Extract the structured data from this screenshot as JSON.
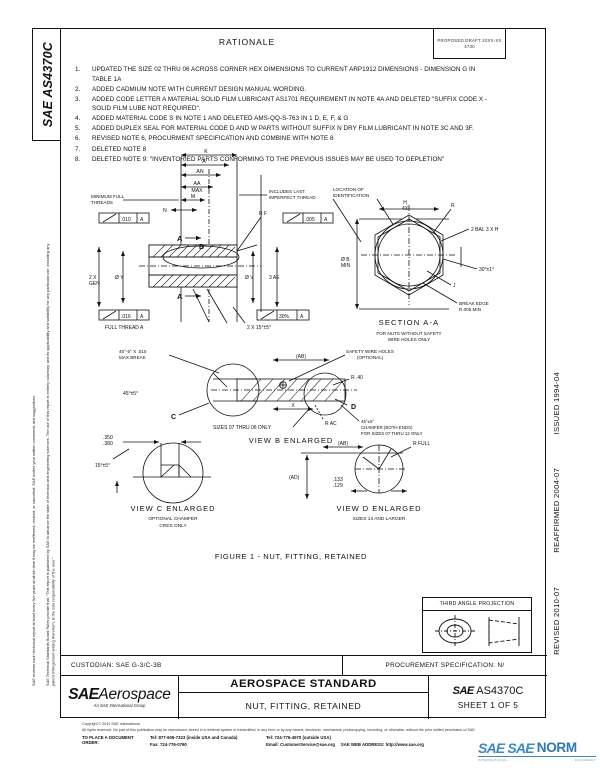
{
  "document": {
    "tab_label_prefix": "SAE",
    "tab_label": " AS4370C",
    "standard_number": "AS4370C",
    "sheet": "SHEET 1 OF 5"
  },
  "rationale": {
    "heading": "RATIONALE",
    "stamp_line1": "PROPOSED DRAFT 20XX-XX",
    "stamp_line2": "4730",
    "items": [
      {
        "num": "1.",
        "text": "UPDATED THE SIZE 02 THRU 06 ACROSS CORNER HEX DIMENSIONS TO CURRENT ARP1912 DIMENSIONS - DIMENSION G IN TABLE 1A"
      },
      {
        "num": "2.",
        "text": "ADDED CADMIUM NOTE WITH CURRENT DESIGN MANUAL WORDING."
      },
      {
        "num": "3.",
        "text": "ADDED CODE LETTER A MATERIAL SOLID FILM LUBRICANT AS1701 REQUIREMENT IN NOTE 4A AND DELETED \"SUFFIX CODE X - SOLID FILM LUBE NOT REQUIRED\"."
      },
      {
        "num": "4.",
        "text": "ADDED MATERIAL CODE S IN NOTE 1 AND DELETED AMS-QQ-S-763 IN 1 D, E, F, & G"
      },
      {
        "num": "5.",
        "text": "ADDED DUPLEX SEAL FOR MATERIAL CODE D AND W PARTS WITHOUT SUFFIX N DRY FILM LUBRICANT IN NOTE 3C AND 3F."
      },
      {
        "num": "6.",
        "text": "REVISED NOTE 6, PROCURMENT SPECIFICATION AND COMBINE WITH NOTE 8"
      },
      {
        "num": "7.",
        "text": "DELETED NOTE 8"
      },
      {
        "num": "8.",
        "text": "DELETED NOTE 9: \"INVENTORIED PARTS CONFORMING TO THE PREVIOUS ISSUES MAY BE USED TO DEPLETION\""
      }
    ]
  },
  "revision_dates": [
    "ISSUED 1994-04",
    "REAFFIRMED 2004-07",
    "REVISED 2010-07"
  ],
  "drawing": {
    "figure_caption": "FIGURE 1 - NUT, FITTING, RETAINED",
    "views": [
      {
        "title": "VIEW B ENLARGED",
        "sub": ""
      },
      {
        "title": "VIEW C ENLARGED",
        "sub": "OPTIONAL CHAMFER CRES ONLY"
      },
      {
        "title": "VIEW D ENLARGED",
        "sub": "SIZES 14 AND LARGER"
      },
      {
        "title": "SECTION A-A",
        "sub": "FOR NUTS WITHOUT SAFETY WIRE HOLES ONLY"
      }
    ],
    "annotations": {
      "includes_thread": "INCLUDES LAST IMPERFECT THREAD",
      "identification": "LOCATION OF IDENTIFICATION",
      "full_threads": "MINIMUM FULL THREADS",
      "full_thread_ref": "FULL THREAD  A",
      "chamfer_1": "45°±5°",
      "chamfer_2": "2 X 15°±5°",
      "break_note": "45°-5° X .010 MAX BREAK",
      "safety_wire": "SAFETY WIRE HOLES (OPTIONAL)",
      "sizes_note": "SIZES 07 THRU 06 ONLY",
      "chamfer_sizes": "45°±5° CHAMFER (BOTH ENDS) FOR SIZES 07 THRU 12 ONLY",
      "break_edge": "BREAK EDGE R.005 MIN",
      "angle_30": "30°±1°",
      "dia_b_min": "Ø B MIN",
      "dia_y": "Ø Y",
      "dia_v": "Ø V",
      "two_gen": "2 X GEN",
      "three_ae": "3 AE",
      "r_ref": "R F",
      "r_full": "R FULL",
      "r_40": "R .40",
      "dim_k": "K",
      "dim_a": "A",
      "dim_an": "AN",
      "dim_aa": "AA MAX",
      "dim_m": "M",
      "dim_n": "N",
      "dim_h": "H 4X",
      "dim_r": "R",
      "dim_j": "J",
      "dim_x": "X",
      "dim_ab": "(AB)",
      "dim_ad": "(AD)",
      "dim_ac": "(AC)",
      "dim_350": ".350",
      "dim_380": ".380",
      "dim_133": ".133",
      "dim_129": ".129",
      "tol_010": ".010",
      "tol_005": ".005",
      "tol_016": ".016",
      "tol_30": "30%",
      "datum_a": "A",
      "datum_b": "B",
      "bal_3h": "2 BAL 3 X H"
    }
  },
  "third_angle": {
    "label": "THIRD ANGLE PROJECTION"
  },
  "custodian": {
    "left": "CUSTODIAN: SAE G-3/C-3B",
    "right": "PROCUREMENT SPECIFICATION: N/"
  },
  "title_block": {
    "logo_sae": "SAE",
    "logo_aero": "Aerospace",
    "logo_sub": "An SAE International Group",
    "doc_type": "AEROSPACE STANDARD",
    "doc_title": "NUT, FITTING, RETAINED",
    "number_prefix": "SAE",
    "number": " AS4370C",
    "sheet": "SHEET 1 OF 5"
  },
  "footer": {
    "copyright": "Copyright © 2010 SAE International",
    "rights": "All rights reserved. No part of this publication may be reproduced, stored in a retrieval system or transmitted, in any form or by any means, electronic, mechanical, photocopying, recording, or otherwise, without the prior written permission of SAE.",
    "order_label": "TO PLACE A DOCUMENT ORDER:",
    "tel_inside": "Tel: 877-606-7323 (inside USA and Canada)",
    "fax": "Fax: 724-776-0790",
    "tel_outside": "Tel: 724-776-4970 (outside USA)",
    "email": "Email: CustomerService@sae.org",
    "web_label": "SAE WEB ADDRESS:",
    "web_url": "http://www.sae.org"
  },
  "watermark": {
    "sae": "SAE",
    "sae2": "SAE",
    "norm": "NORM",
    "sub_left": "INTERNATIONAL",
    "sub_right": "· DOCUMENT"
  },
  "colors": {
    "ink": "#111111",
    "watermark_blue": "#2e7fc1"
  }
}
